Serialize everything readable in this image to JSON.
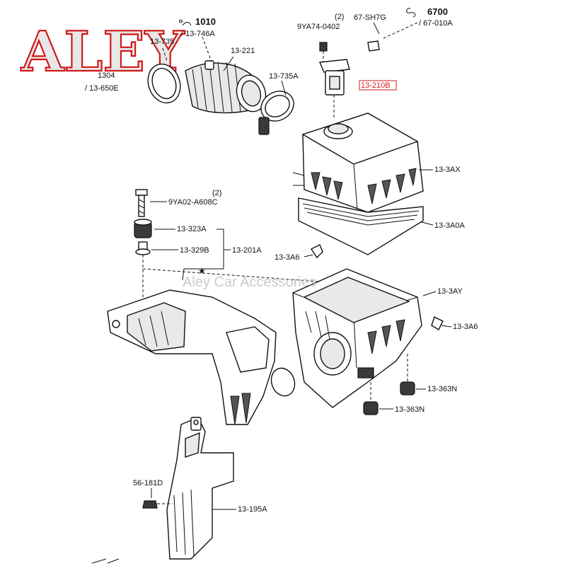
{
  "watermark": {
    "logo_text": "ALEY",
    "text": "Aley Car Accessories"
  },
  "callouts": {
    "c1010": {
      "code": "1010",
      "sub": "/ 13-746A"
    },
    "c6700": {
      "code": "6700",
      "sub": "/ 67-010A"
    },
    "c1304": {
      "code": "1304",
      "sub": "/ 13-650E"
    },
    "c735": {
      "code": "13-735"
    }
  },
  "labels": {
    "p13221": "13-221",
    "p9ya74": "9YA74-0402",
    "p9ya74_qty": "(2)",
    "p67sh7g": "67-SH7G",
    "p13735a": "13-735A",
    "p13210b": "13-210B",
    "p133ax": "13-3AX",
    "p9ya02": "9YA02-A608C",
    "p9ya02_qty": "(2)",
    "p133a0a": "13-3A0A",
    "p13323a": "13-323A",
    "p13329b": "13-329B",
    "p13201a": "13-201A",
    "p133a6_left": "13-3A6",
    "p133ay": "13-3AY",
    "p133a6_right": "13-3A6",
    "p13363n_a": "13-363N",
    "p13363n_b": "13-363N",
    "p56181d": "56-181D",
    "p13195a": "13-195A"
  },
  "colors": {
    "highlight": "#d41a1a",
    "line": "#111111",
    "logo": "#d01818"
  }
}
